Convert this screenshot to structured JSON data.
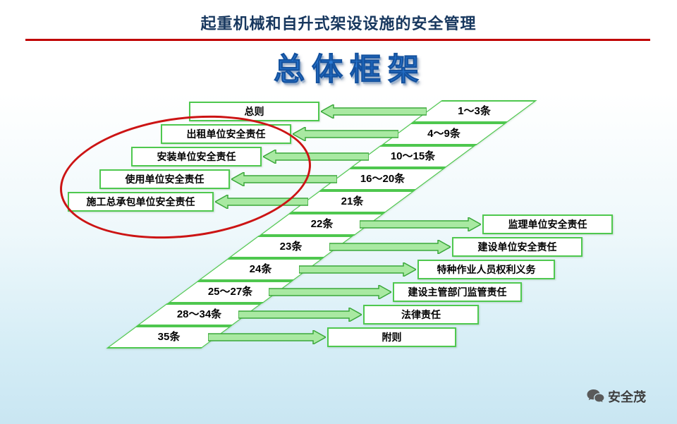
{
  "slide": {
    "header_title": "起重机械和自升式架设设施的安全管理",
    "subtitle": "总体框架",
    "watermark": "安全茂"
  },
  "colors": {
    "title_text": "#17375E",
    "divider_red": "#C00000",
    "subtitle_blue": "#2B7BD6",
    "box_border_green": "#4FC84F",
    "arrow_fill_green": "#A9E9A2",
    "arrow_stroke_green": "#3AA83A",
    "highlight_ellipse_red": "#CC1414",
    "background_bottom": "#C9E6F2"
  },
  "diagram": {
    "articles": [
      {
        "label": "1～3条"
      },
      {
        "label": "4～9条"
      },
      {
        "label": "10～15条"
      },
      {
        "label": "16～20条"
      },
      {
        "label": "21条"
      },
      {
        "label": "22条"
      },
      {
        "label": "23条"
      },
      {
        "label": "24条"
      },
      {
        "label": "25～27条"
      },
      {
        "label": "28～34条"
      },
      {
        "label": "35条"
      }
    ],
    "left_items": [
      {
        "label": "总则"
      },
      {
        "label": "出租单位安全责任"
      },
      {
        "label": "安装单位安全责任"
      },
      {
        "label": "使用单位安全责任"
      },
      {
        "label": "施工总承包单位安全责任"
      }
    ],
    "right_items": [
      {
        "label": "监理单位安全责任"
      },
      {
        "label": "建设单位安全责任"
      },
      {
        "label": "特种作业人员权利义务"
      },
      {
        "label": "建设主管部门监管责任"
      },
      {
        "label": "法律责任"
      },
      {
        "label": "附则"
      }
    ]
  }
}
